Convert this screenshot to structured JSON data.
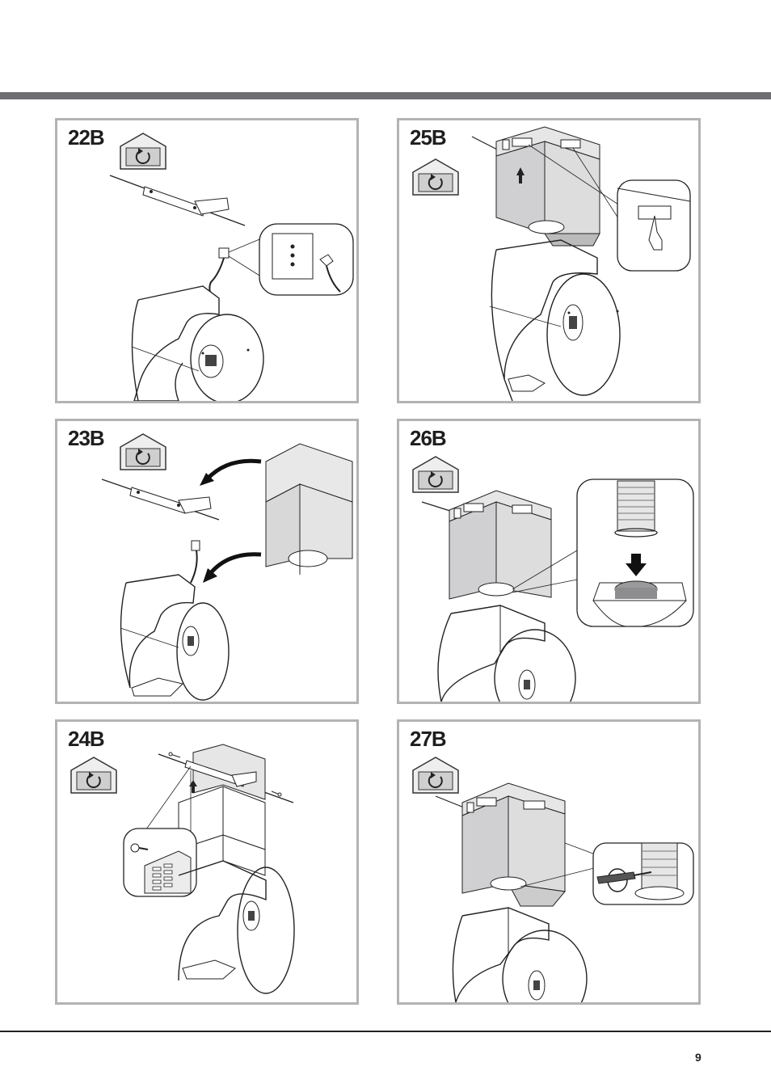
{
  "page": {
    "number": "9"
  },
  "panels": [
    {
      "label": "22B",
      "icon": "house-rotate-icon"
    },
    {
      "label": "25B",
      "icon": "house-rotate-icon"
    },
    {
      "label": "23B",
      "icon": "house-rotate-icon"
    },
    {
      "label": "26B",
      "icon": "house-rotate-icon"
    },
    {
      "label": "24B",
      "icon": "house-rotate-icon"
    },
    {
      "label": "27B",
      "icon": "house-rotate-icon"
    }
  ],
  "colors": {
    "bar": "#6f6f72",
    "frame": "#b3b3b3",
    "chimney": "#d0d0d2",
    "chimney_light": "#e8e8e8"
  }
}
